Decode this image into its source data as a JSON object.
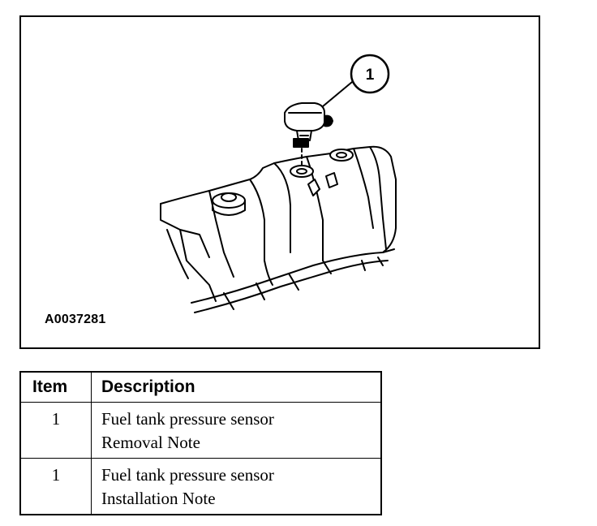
{
  "figure": {
    "id": "A0037281",
    "callout": "1"
  },
  "table": {
    "headers": [
      "Item",
      "Description"
    ],
    "rows": [
      {
        "item": "1",
        "description_lines": [
          "Fuel tank pressure sensor",
          "Removal Note"
        ]
      },
      {
        "item": "1",
        "description_lines": [
          "Fuel tank pressure sensor",
          "Installation Note"
        ]
      }
    ]
  }
}
